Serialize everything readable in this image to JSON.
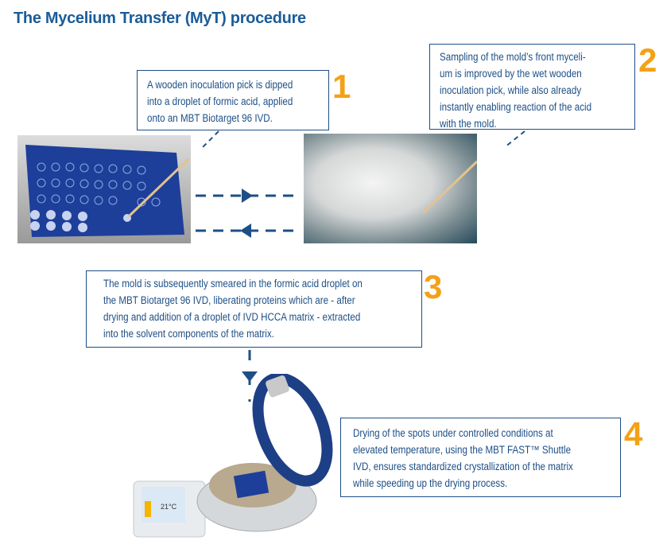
{
  "title": "The Mycelium Transfer (MyT) procedure",
  "steps": [
    {
      "number": "1",
      "lines": [
        "A wooden inoculation pick is dipped",
        "into a droplet of formic acid, applied",
        "onto an MBT Biotarget 96 IVD."
      ]
    },
    {
      "number": "2",
      "lines": [
        "Sampling of the mold’s front myceli-",
        "um is improved by the wet wooden",
        "inoculation pick, while also already",
        "instantly enabling reaction of the acid",
        "with the mold."
      ]
    },
    {
      "number": "3",
      "lines": [
        "The mold is subsequently smeared in the formic acid droplet on",
        "the MBT Biotarget 96 IVD, liberating proteins which are - after",
        "drying and addition of a droplet of IVD HCCA matrix - extracted",
        "into the solvent components of the matrix."
      ]
    },
    {
      "number": "4",
      "lines": [
        "Drying of the spots under controlled conditions at",
        "elevated temperature, using the MBT FAST™ Shuttle",
        "IVD, ensures standardized crystallization of the matrix",
        "while speeding up the drying process."
      ]
    }
  ],
  "device_display": "21°C",
  "colors": {
    "title": "#1b5c99",
    "box_border": "#1d4f86",
    "number": "#f4a117",
    "connector": "#1d4f86"
  }
}
